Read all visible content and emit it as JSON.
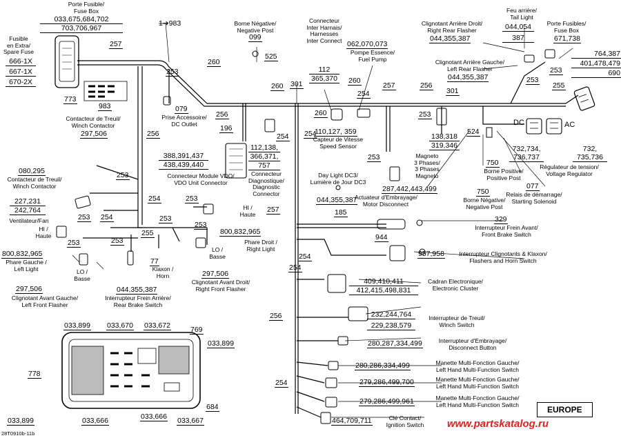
{
  "region": "EUROPE",
  "doc_id": "28T0910b-11b",
  "watermark": "www.partskatalog.ru",
  "colors": {
    "line": "#000000",
    "watermark": "#e02020",
    "background": "#ffffff"
  },
  "labels": {
    "fuse_box_left": [
      "Porte Fusible/",
      "Fuse Box"
    ],
    "fuse_box_left_nums": [
      "033,675,684,702",
      "703,706,967"
    ],
    "spare_fuse": [
      "Fusible",
      "en Extra/",
      "Spare Fuse"
    ],
    "spare_fuse_nums": [
      "666-1X",
      "667-1X",
      "670-2X"
    ],
    "arrow_983": "1➔983",
    "neg_post_top": [
      "Borne Négative/",
      "Negative Post"
    ],
    "inter_connect": [
      "Connecteur",
      "Inter Harnais/",
      "Harnesses",
      "Inter Connect"
    ],
    "fuel_pump": [
      "Pompe Essence/",
      "Fuel Pump"
    ],
    "rr_flasher": [
      "Clignotant Arrière Droit/",
      "Right Rear Flasher"
    ],
    "tail_light": [
      "Feu arrière/",
      "Tail Light"
    ],
    "fuse_box_right": [
      "Porte Fusibles/",
      "Fuse Box"
    ],
    "lr_flasher": [
      "Clignotant Arrière Gauche/",
      "Left Rear Flasher"
    ],
    "dc_outlet": [
      "Prise Accessoire/",
      "DC Outlet"
    ],
    "winch_contactor_top": [
      "Contacteur de Treuil/",
      "Winch Contactor"
    ],
    "speed_sensor": [
      "Capteur de Vitesse",
      "Speed Sensor"
    ],
    "magneto": [
      "Magneto",
      "3 Phases/",
      "3 Phases",
      "Magneto"
    ],
    "dc": "DC",
    "ac": "AC",
    "vdo_connector": [
      "Connecteur Module VDO/",
      "VDO Unit Connector"
    ],
    "diag_connector": [
      "Connecteur",
      "Diagnostique/",
      "Diagnostic",
      "Connector"
    ],
    "pos_post": [
      "Borne Positive/",
      "Positive Post"
    ],
    "voltage_regulator": [
      "Régulateur de tension/",
      "Voltage Regulator"
    ],
    "winch_contactor_left": [
      "Contacteur de Treuil/",
      "Winch Contactor"
    ],
    "day_light": [
      "Day Light DC3/",
      "Lumière de Jour DC3"
    ],
    "starting_solenoid": [
      "Relais de démarrage/",
      "Starting Solenoid"
    ],
    "fan": "Ventilateur/Fan",
    "disconnect_actuator": [
      "Actuateur d'Embrayage/",
      "Motor Disconnect"
    ],
    "neg_post_mid": [
      "Borne Négative/",
      "Negative Post"
    ],
    "hi_haute_right": [
      "HI /",
      "Haute"
    ],
    "hi_haute_left": [
      "HI /",
      "Haute"
    ],
    "right_light": [
      "Phare Droit /",
      "Right Light"
    ],
    "front_brake": [
      "Interrupteur Frein Avant/",
      "Front Brake Switch"
    ],
    "lo_basse_right": [
      "LO /",
      "Basse"
    ],
    "left_light": [
      "Phare Gauche /",
      "Left Light"
    ],
    "lo_basse_left": [
      "LO /",
      "Basse"
    ],
    "horn": [
      "Klaxon /",
      "Horn"
    ],
    "flashers_horn": [
      "Interrupteur Clignotants & Klaxon/",
      "Flashers and Horn Switch"
    ],
    "rf_flasher": [
      "Clignotant Avant Droit/",
      "Right Front Flasher"
    ],
    "lf_flasher": [
      "Clignotant Avant Gauche/",
      "Left Front Flasher"
    ],
    "rear_brake": [
      "Interrupteur Frein Arrière/",
      "Rear Brake Switch"
    ],
    "cluster": [
      "Cadran Electronique/",
      "Electronic Cluster"
    ],
    "winch_switch": [
      "Interrupteur de Treuil/",
      "Winch Switch"
    ],
    "disconnect_button": [
      "Interrupteur d'Embrayage/",
      "Disconnect Button"
    ],
    "lh_switch_1": [
      "Manette Multi-Fonction Gauche/",
      "Left Hand Multi-Function Switch"
    ],
    "lh_switch_2": [
      "Manette Multi-Fonction Gauche/",
      "Left Hand Multi-Function Switch"
    ],
    "lh_switch_3": [
      "Manette Multi-Fonction Gauche/",
      "Left Hand Multi-Function Switch"
    ],
    "ignition_switch": [
      "Clé Contact/",
      "Ignition Switch"
    ]
  },
  "numbers": {
    "n257a": "257",
    "n260a": "260",
    "n253a": "253",
    "n099": "099",
    "n525": "525",
    "n112": [
      "112",
      "365,370"
    ],
    "n062": "062,070,073",
    "n044_rr": "044,355,387",
    "n044_tail": [
      "044,054",
      "387"
    ],
    "n671": "671,738",
    "n773": "773",
    "n983": "983",
    "n260b": "260",
    "n301a": "301",
    "n260c": "260",
    "n254a": "254",
    "n257b": "257",
    "n256a": "256",
    "n301b": "301",
    "n044_lr": "044,355,387",
    "n253b": "253",
    "n255a": "255",
    "n764": [
      "764,387",
      "401,478,479",
      "690"
    ],
    "n079": "079",
    "n256b": "256",
    "n260d": "260",
    "n196": "196",
    "n110": "110,127, 359",
    "n253c": "253",
    "n138": [
      "138,318",
      "319,346"
    ],
    "n524": "524",
    "n112b": [
      "112,138,",
      "366,371,",
      "757"
    ],
    "n254b": "254",
    "n254c": "254",
    "n256c": "256",
    "n297_top": "297,506",
    "n388": [
      "388,391,437",
      "438,439,440"
    ],
    "n750a": "750",
    "n732_dc": [
      "732,734,",
      "736,737"
    ],
    "n732_ac": [
      "732,",
      "735,736"
    ],
    "n253d": "253",
    "n287": "287,442,443,499",
    "n080": "080,295",
    "n044_day": "044,355,387",
    "n750b": "750",
    "n077": "077",
    "n253e": "253",
    "n227": [
      "227,231",
      "242,764"
    ],
    "n254d": "254",
    "n253f": "253",
    "n257c": "257",
    "n185": "185",
    "n253g": "253",
    "n254e": "254",
    "n253h": "253",
    "n329": "329",
    "n253i": "253",
    "n800r": "800,832,965",
    "n255b": "255",
    "n944": "944",
    "n253j": "253",
    "n253k": "253",
    "n957": "957,958",
    "n800l": "800,832,965",
    "n077b": "77",
    "n254f": "254",
    "n297_mid": "297,506",
    "n044_rb": "044,355,387",
    "n409": [
      "409,410,411",
      "412,415,498,831"
    ],
    "n297_left": "297,506",
    "n256d": "256",
    "n232": [
      "232,244,764",
      "229,238,579"
    ],
    "n280a": "280,287,334,499",
    "n033_899a": "033,899",
    "n033_670": "033,670",
    "n033_672": "033,672",
    "n769": "769",
    "n033_899b": "033,899",
    "n778": "778",
    "n254g": "254",
    "n280b": "280,286,334,499",
    "n279a": "279,286,499,700",
    "n684": "684",
    "n279b": "279,286,499,961",
    "n033_899c": "033,899",
    "n033_666a": "033,666",
    "n033_666b": "033,666",
    "n033_667": "033,667",
    "n464": "464,709,711"
  }
}
